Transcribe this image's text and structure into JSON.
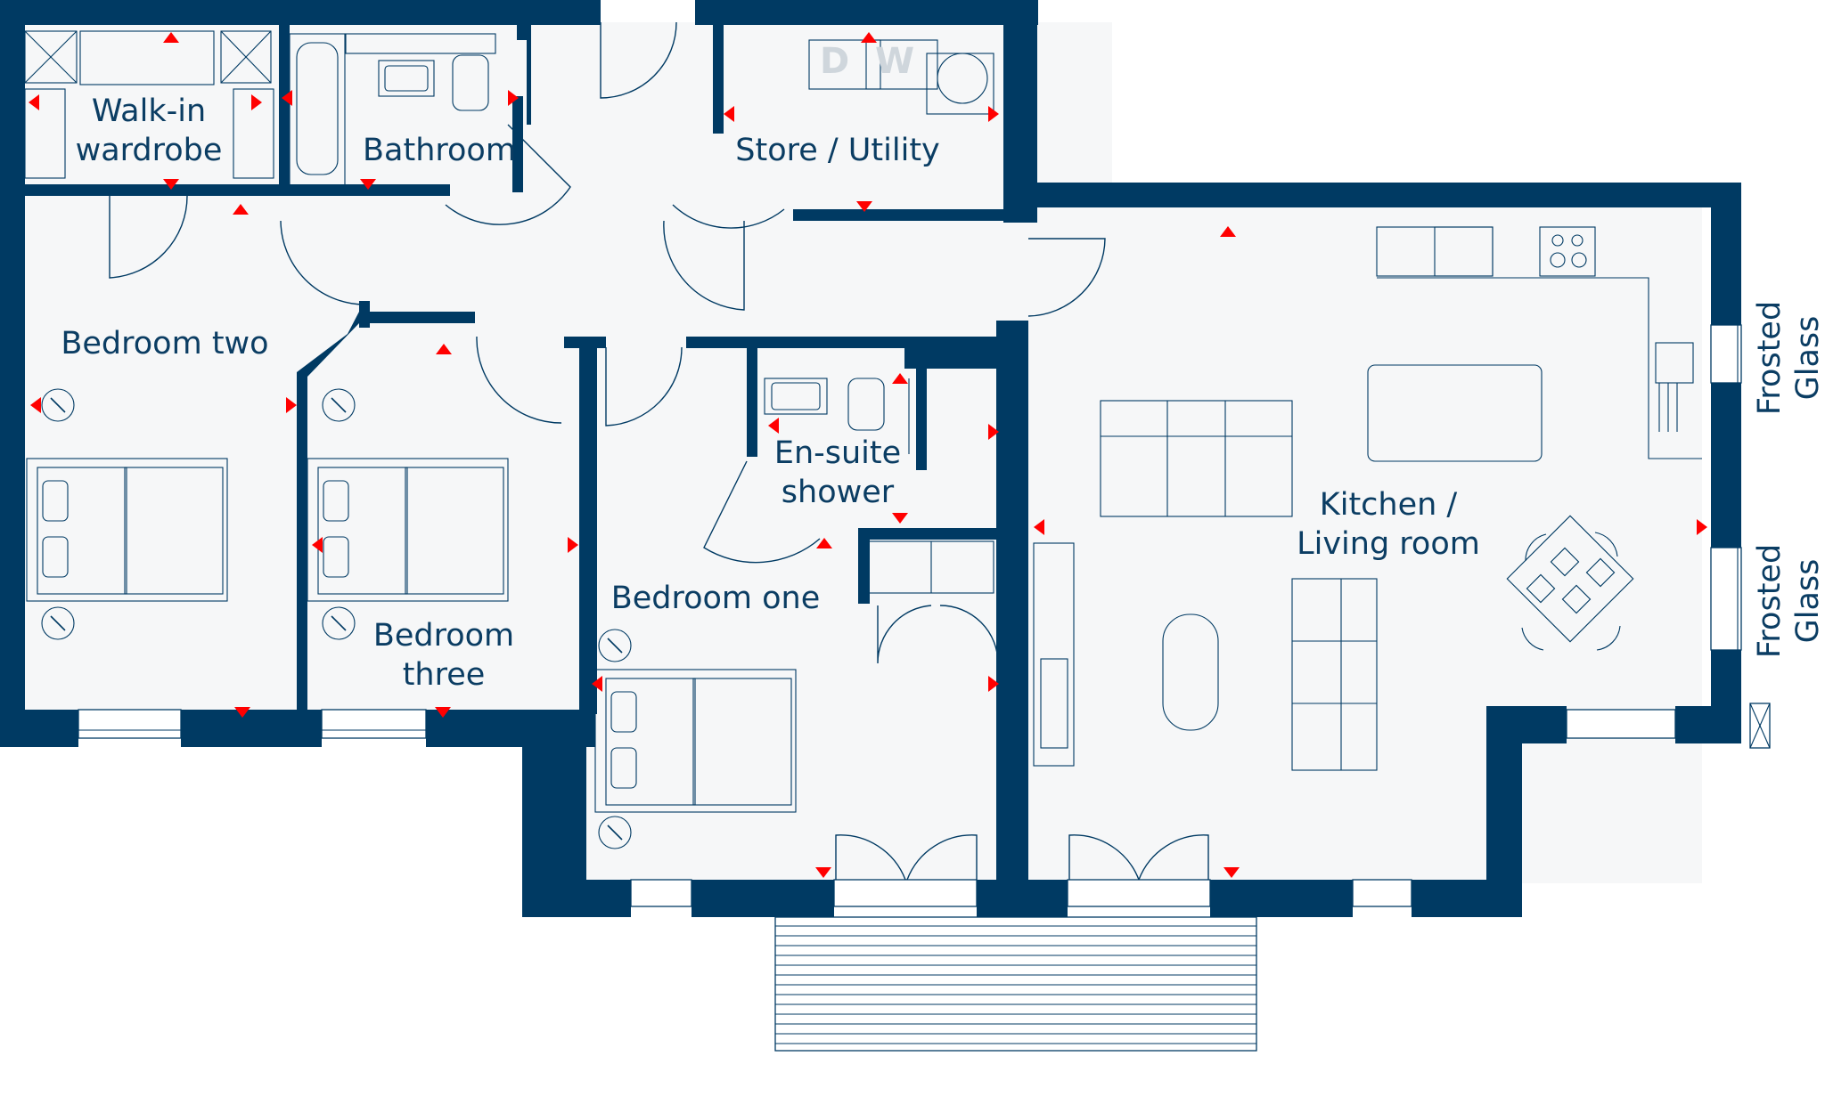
{
  "plan_title": "",
  "colors": {
    "wall": "#003a63",
    "floor": "#f6f7f8",
    "marker": "#ff0000",
    "label": "#0b3d63"
  },
  "rooms": {
    "walk_in_wardrobe": {
      "line1": "Walk-in",
      "line2": "wardrobe"
    },
    "bathroom": {
      "label": "Bathroom"
    },
    "store_utility": {
      "label": "Store / Utility"
    },
    "bedroom_two": {
      "label": "Bedroom two"
    },
    "bedroom_three": {
      "line1": "Bedroom",
      "line2": "three"
    },
    "en_suite": {
      "line1": "En-suite",
      "line2": "shower"
    },
    "bedroom_one": {
      "label": "Bedroom one"
    },
    "kitchen_living": {
      "line1": "Kitchen /",
      "line2": "Living room"
    }
  },
  "windows": {
    "frosted_upper": {
      "line1": "Frosted",
      "line2": "Glass"
    },
    "frosted_lower": {
      "line1": "Frosted",
      "line2": "Glass"
    }
  },
  "appliances": {
    "dishwasher": {
      "letter": "D"
    },
    "washer": {
      "letter": "W"
    }
  },
  "icons": [
    "double-bed-icon",
    "sofa-icon",
    "dining-table-icon",
    "bath-icon",
    "shower-icon",
    "hob-icon",
    "sink-icon",
    "toilet-icon",
    "basin-icon",
    "door-swing-icon",
    "window-icon",
    "measurement-marker-icon",
    "wall-light-icon",
    "tv-unit-icon",
    "coffee-table-icon",
    "kitchen-island-icon"
  ]
}
